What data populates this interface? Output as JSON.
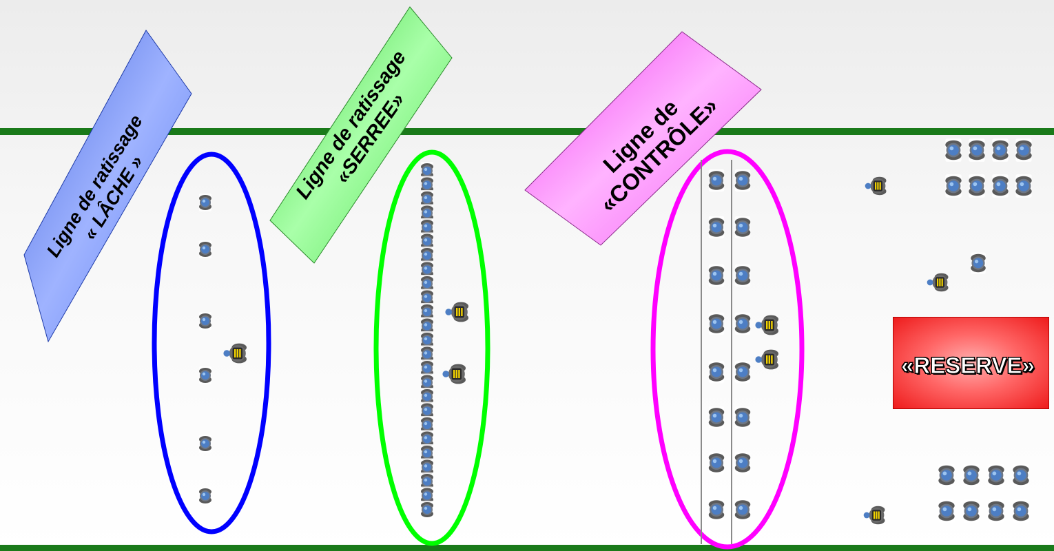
{
  "labels": {
    "loose": "Ligne de ratissage\n« LÂCHE »",
    "tight": "Ligne de ratissage\n«SERREE»",
    "control": "Ligne de\n«CONTRÔLE»",
    "reserve": "«RESERVE»"
  },
  "colors": {
    "band": "#1a7a1a",
    "loose_ellipse": "#0000ff",
    "tight_ellipse": "#00ff00",
    "control_ellipse": "#ff00ff",
    "loose_banner": "#6f8ff0",
    "tight_banner": "#6fee6f",
    "control_banner": "#ff6fff",
    "reserve_box": "#ff3b3b",
    "soldier_helmet": "#4d6fa8",
    "soldier_body": "#5a5a5a",
    "shield_yellow": "#f2d200"
  },
  "icons": {
    "soldier": "riot-police-icon",
    "shield_soldier": "riot-police-shield-icon"
  }
}
